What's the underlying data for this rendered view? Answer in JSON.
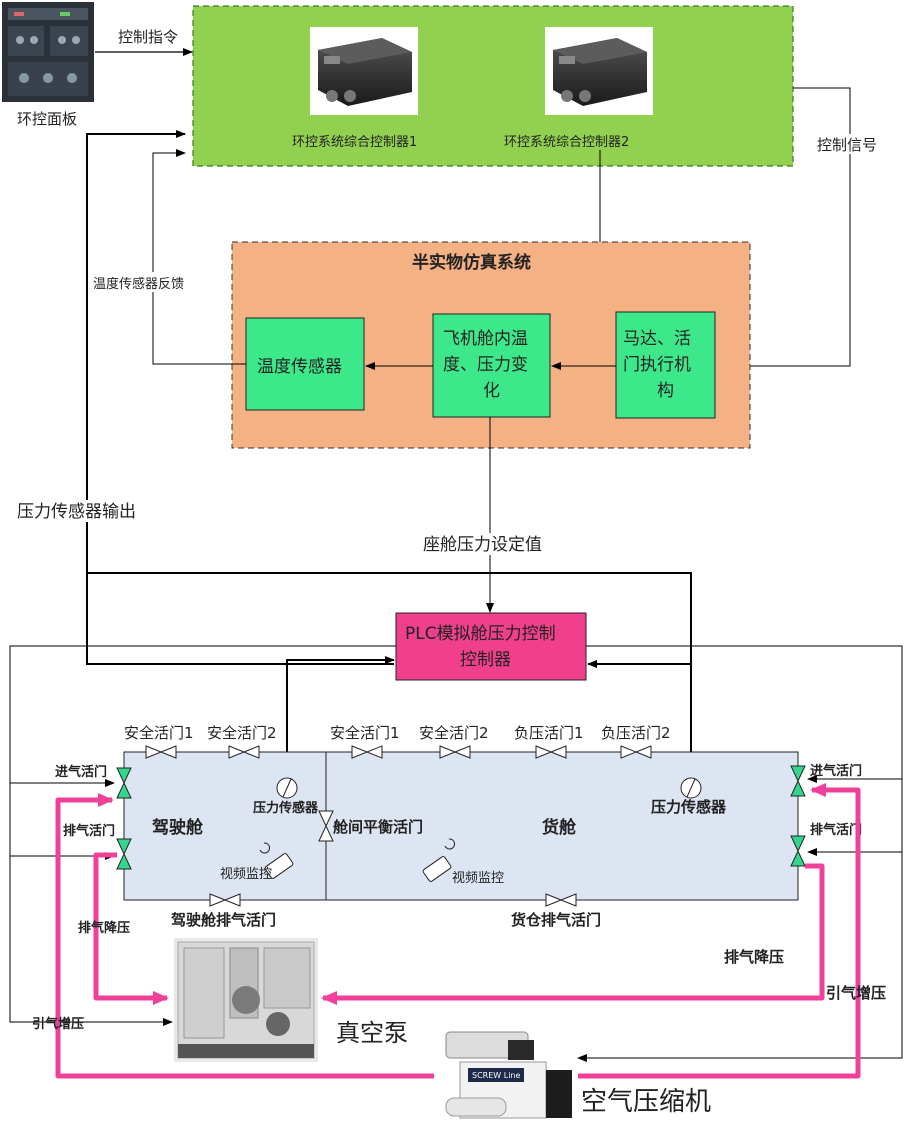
{
  "labels": {
    "env_panel": "环控面板",
    "control_cmd": "控制指令",
    "controller1": "环控系统综合控制器1",
    "controller2": "环控系统综合控制器2",
    "control_signal": "控制信号",
    "temp_feedback": "温度传感器反馈",
    "sim_title": "半实物仿真系统",
    "temp_sensor": "温度传感器",
    "cabin_change": [
      "飞机舱内温",
      "度、压力变",
      "化"
    ],
    "actuator": [
      "马达、活",
      "门执行机",
      "构"
    ],
    "pressure_output": "压力传感器输出",
    "cabin_setpoint": "座舱压力设定值",
    "plc": [
      "PLC模拟舱压力控制",
      "控制器"
    ],
    "safety_valve_1": "安全活门1",
    "safety_valve_2": "安全活门2",
    "neg_valve_1": "负压活门1",
    "neg_valve_2": "负压活门2",
    "inlet_valve": "进气活门",
    "exhaust_valve": "排气活门",
    "cockpit": "驾驶舱",
    "cargo": "货舱",
    "pressure_sensor": "压力传感器",
    "inter_valve": "舱间平衡活门",
    "video": "视频监控",
    "cockpit_exhaust": "驾驶舱排气活门",
    "cargo_exhaust": "货仓排气活门",
    "exhaust_decomp": "排气降压",
    "bleed_boost": "引气增压",
    "vacuum_pump": "真空泵",
    "air_compressor": "空气压缩机",
    "compressor_brand": "SCREW Line"
  },
  "colors": {
    "green_panel": "#92d050",
    "orange_panel": "#f4b183",
    "node_green": "#3de88a",
    "plc_pink": "#f0408c",
    "cabin_blue": "#dde4f2",
    "pipe_pink": "#f0409a",
    "valve_green": "#33d68a"
  }
}
